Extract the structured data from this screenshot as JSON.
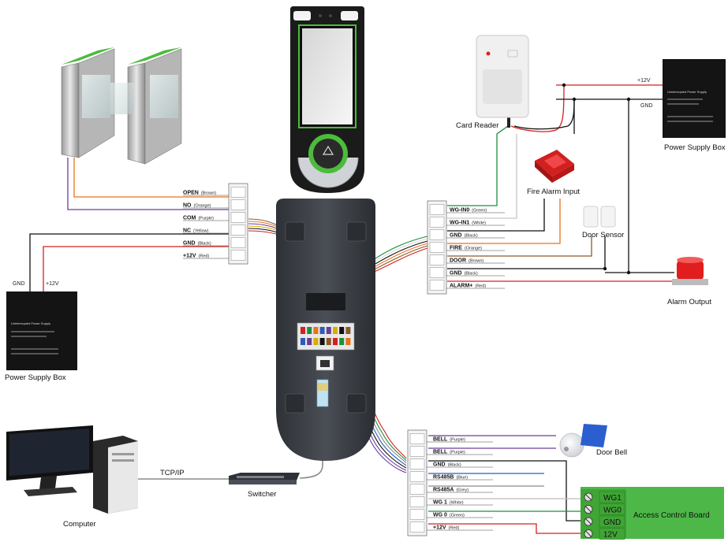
{
  "turnstile_terminal": {
    "pins": [
      {
        "name": "OPEN",
        "color": "(Brown)"
      },
      {
        "name": "NO",
        "color": "(Orange)"
      },
      {
        "name": "COM",
        "color": "(Purple)"
      },
      {
        "name": "NC",
        "color": "(Yellow)"
      },
      {
        "name": "GND",
        "color": "(Black)"
      },
      {
        "name": "+12V",
        "color": "(Red)"
      }
    ]
  },
  "left_power": {
    "gnd": "GND",
    "v12": "+12V",
    "caption": "Power Supply Box",
    "label": "Uninterrupted Power Supply"
  },
  "right_power": {
    "v12": "+12V",
    "gnd": "GND",
    "caption": "Power Supply Box",
    "label": "Uninterrupted Power Supply"
  },
  "wiegand_terminal": {
    "pins": [
      {
        "name": "WG-IN0",
        "color": "(Green)"
      },
      {
        "name": "WG-IN1",
        "color": "(White)"
      },
      {
        "name": "GND",
        "color": "(Black)"
      },
      {
        "name": "FIRE",
        "color": "(Orange)"
      },
      {
        "name": "DOOR",
        "color": "(Brown)"
      },
      {
        "name": "GND",
        "color": "(Black)"
      },
      {
        "name": "ALARM+",
        "color": "(Red)"
      }
    ]
  },
  "bottom_terminal": {
    "pins": [
      {
        "name": "BELL",
        "color": "(Purple)"
      },
      {
        "name": "BELL",
        "color": "(Purple)"
      },
      {
        "name": "GND",
        "color": "(Black)"
      },
      {
        "name": "RS485B",
        "color": "(Blue)"
      },
      {
        "name": "RS485A",
        "color": "(Grey)"
      },
      {
        "name": "WG 1",
        "color": "(White)"
      },
      {
        "name": "WG 0",
        "color": "(Green)"
      },
      {
        "name": "+12V",
        "color": "(Red)"
      }
    ]
  },
  "devices": {
    "card_reader": "Card Reader",
    "fire_alarm": "Fire Alarm Input",
    "door_sensor": "Door Sensor",
    "alarm_output": "Alarm Output",
    "door_bell": "Door Bell",
    "computer": "Computer",
    "switcher": "Switcher",
    "tcpip": "TCP/IP"
  },
  "access_board": {
    "title": "Access Control Board",
    "pins": [
      "WG1",
      "WG0",
      "GND",
      "12V"
    ]
  },
  "colors": {
    "brown": "#8B5A2B",
    "orange": "#E8731C",
    "purple": "#6A3D9A",
    "yellow": "#D4B000",
    "black": "#111111",
    "red": "#D42020",
    "green": "#1E8E3E",
    "blue": "#2E5BBA",
    "grey": "#8A8A8A",
    "board_green": "#4DB848",
    "terminal_green": "#3FA535"
  }
}
